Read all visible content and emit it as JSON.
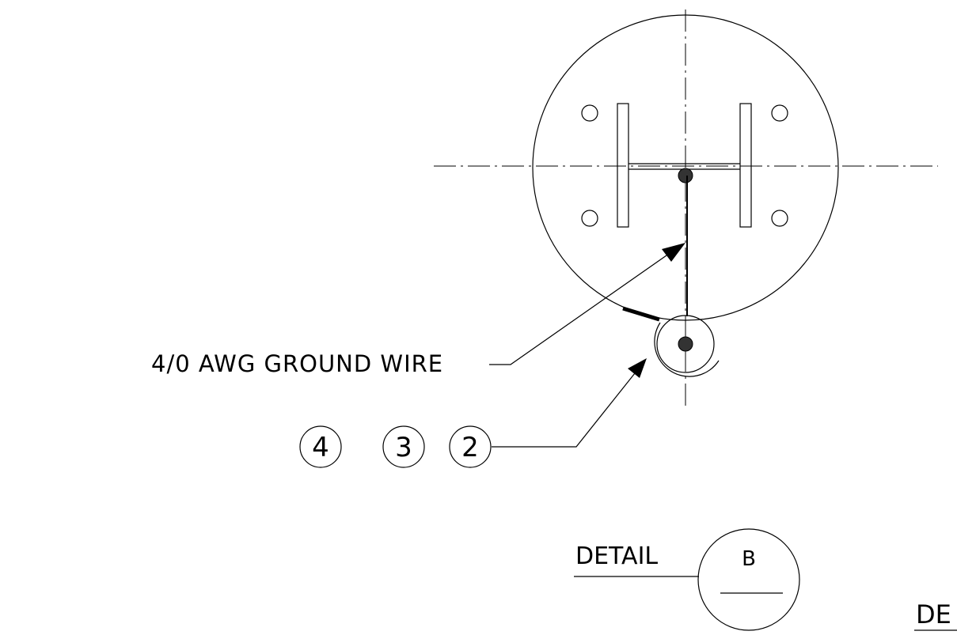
{
  "labels": {
    "ground_wire": "4/0 AWG GROUND WIRE",
    "detail_word": "DETAIL",
    "detail_letter": "B",
    "detail_cut": "DE"
  },
  "balloons": [
    "4",
    "3",
    "2"
  ],
  "colors": {
    "ink": "#000000",
    "paper": "#ffffff",
    "dot": "#333333"
  }
}
